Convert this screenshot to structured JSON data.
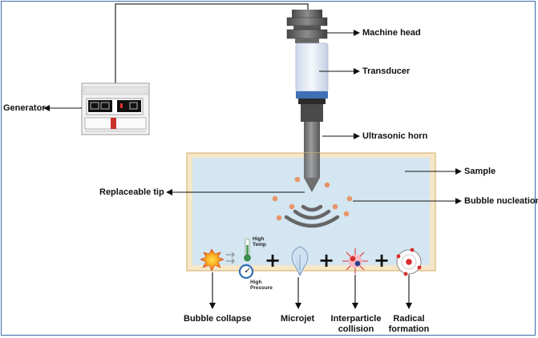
{
  "labels": {
    "machine_head": "Machine head",
    "transducer": "Transducer",
    "generator": "Generator",
    "ultrasonic_horn": "Ultrasonic horn",
    "sample": "Sample",
    "replaceable_tip": "Replaceable tip",
    "bubble_nucleation": "Bubble nucleation",
    "bubble_collapse": "Bubble collapse",
    "microjet": "Microjet",
    "interparticle_collision_1": "Interparticle",
    "interparticle_collision_2": "collision",
    "radical_formation_1": "Radical",
    "radical_formation_2": "formation",
    "high_temp_1": "High",
    "high_temp_2": "Temp",
    "high_pressure_1": "High",
    "high_pressure_2": "Pressure",
    "plus": "+"
  },
  "colors": {
    "water": "#d3e6f1",
    "tank_wall": "#f6e7c8",
    "tank_border": "#d9b87a",
    "bubble": "#e8956b",
    "horn": "#7f7f7f",
    "transducer_blue": "#3f6fb5",
    "frame": "#3d6aa8"
  }
}
